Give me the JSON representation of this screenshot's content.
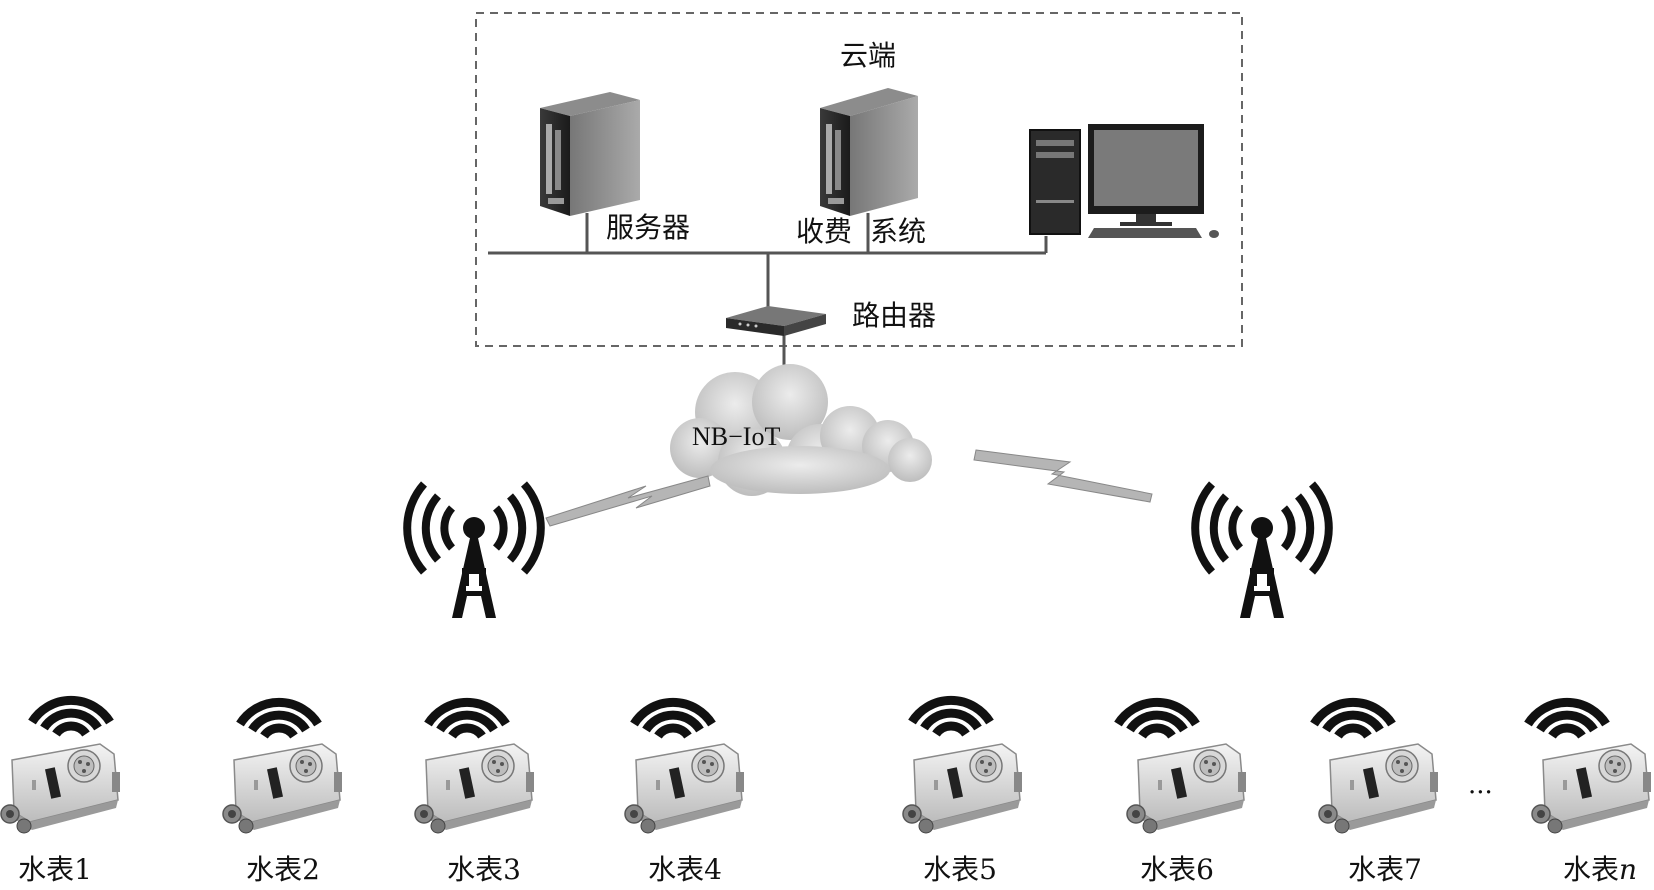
{
  "cloud_box": {
    "title": "云端",
    "server_label": "服务器",
    "billing_label": "收费",
    "system_label": "系统",
    "router_label": "路由器"
  },
  "network": {
    "label": "NB−IoT"
  },
  "meters": [
    {
      "label": "水表1"
    },
    {
      "label": "水表2"
    },
    {
      "label": "水表3"
    },
    {
      "label": "水表4"
    },
    {
      "label": "水表5"
    },
    {
      "label": "水表6"
    },
    {
      "label": "水表7"
    },
    {
      "prefix": "水表",
      "suffix": "n"
    }
  ],
  "ellipsis": "···",
  "colors": {
    "line": "#555555",
    "cloud": "#d4d4d4",
    "tower": "#111111",
    "meter_body": "#e6e6e6"
  }
}
